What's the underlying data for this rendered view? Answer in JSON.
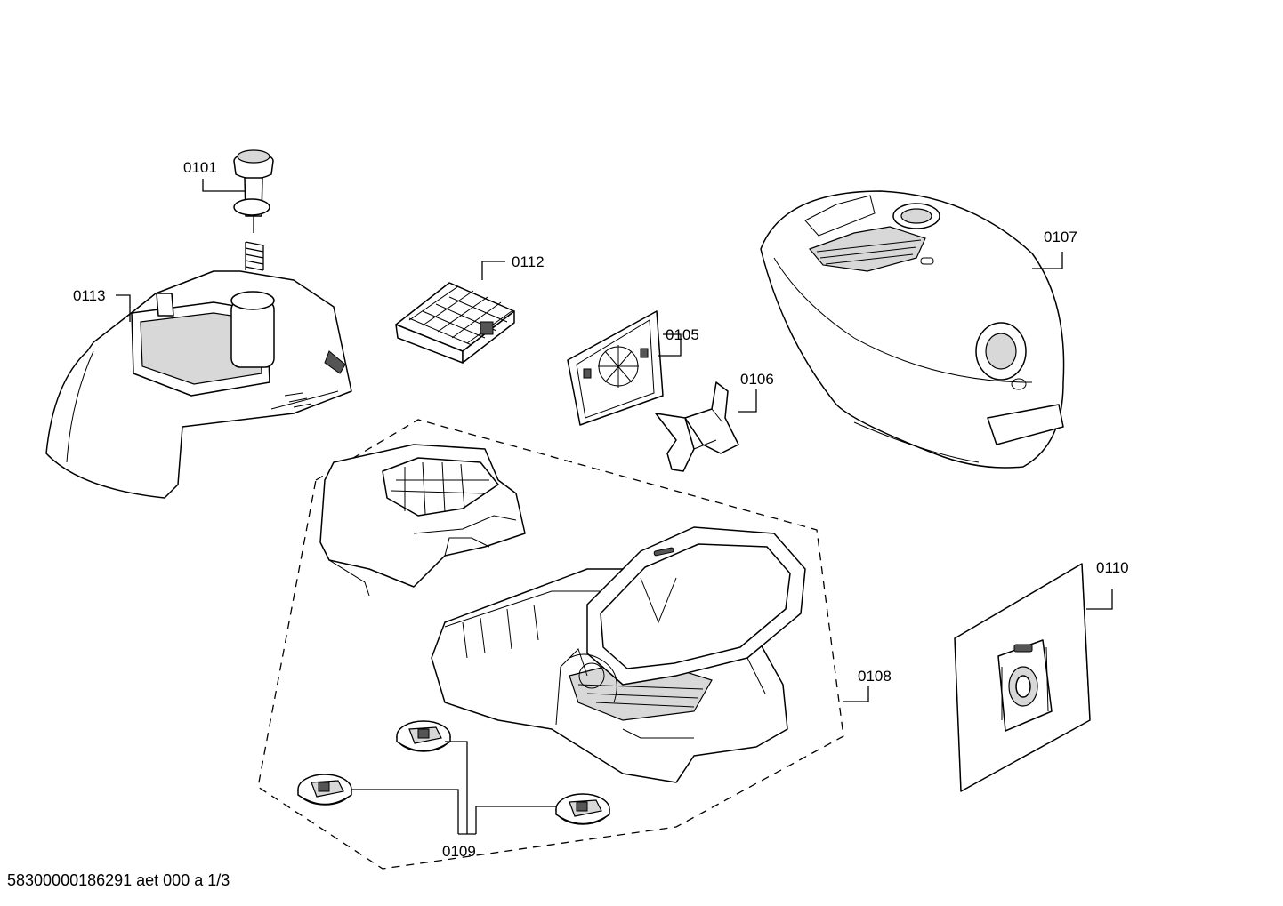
{
  "labels": {
    "p0101": "0101",
    "p0105": "0105",
    "p0106": "0106",
    "p0107": "0107",
    "p0108": "0108",
    "p0109": "0109",
    "p0110": "0110",
    "p0112": "0112",
    "p0113": "0113"
  },
  "footer": {
    "code": "58300000186291 aet 000 a 1/3"
  }
}
